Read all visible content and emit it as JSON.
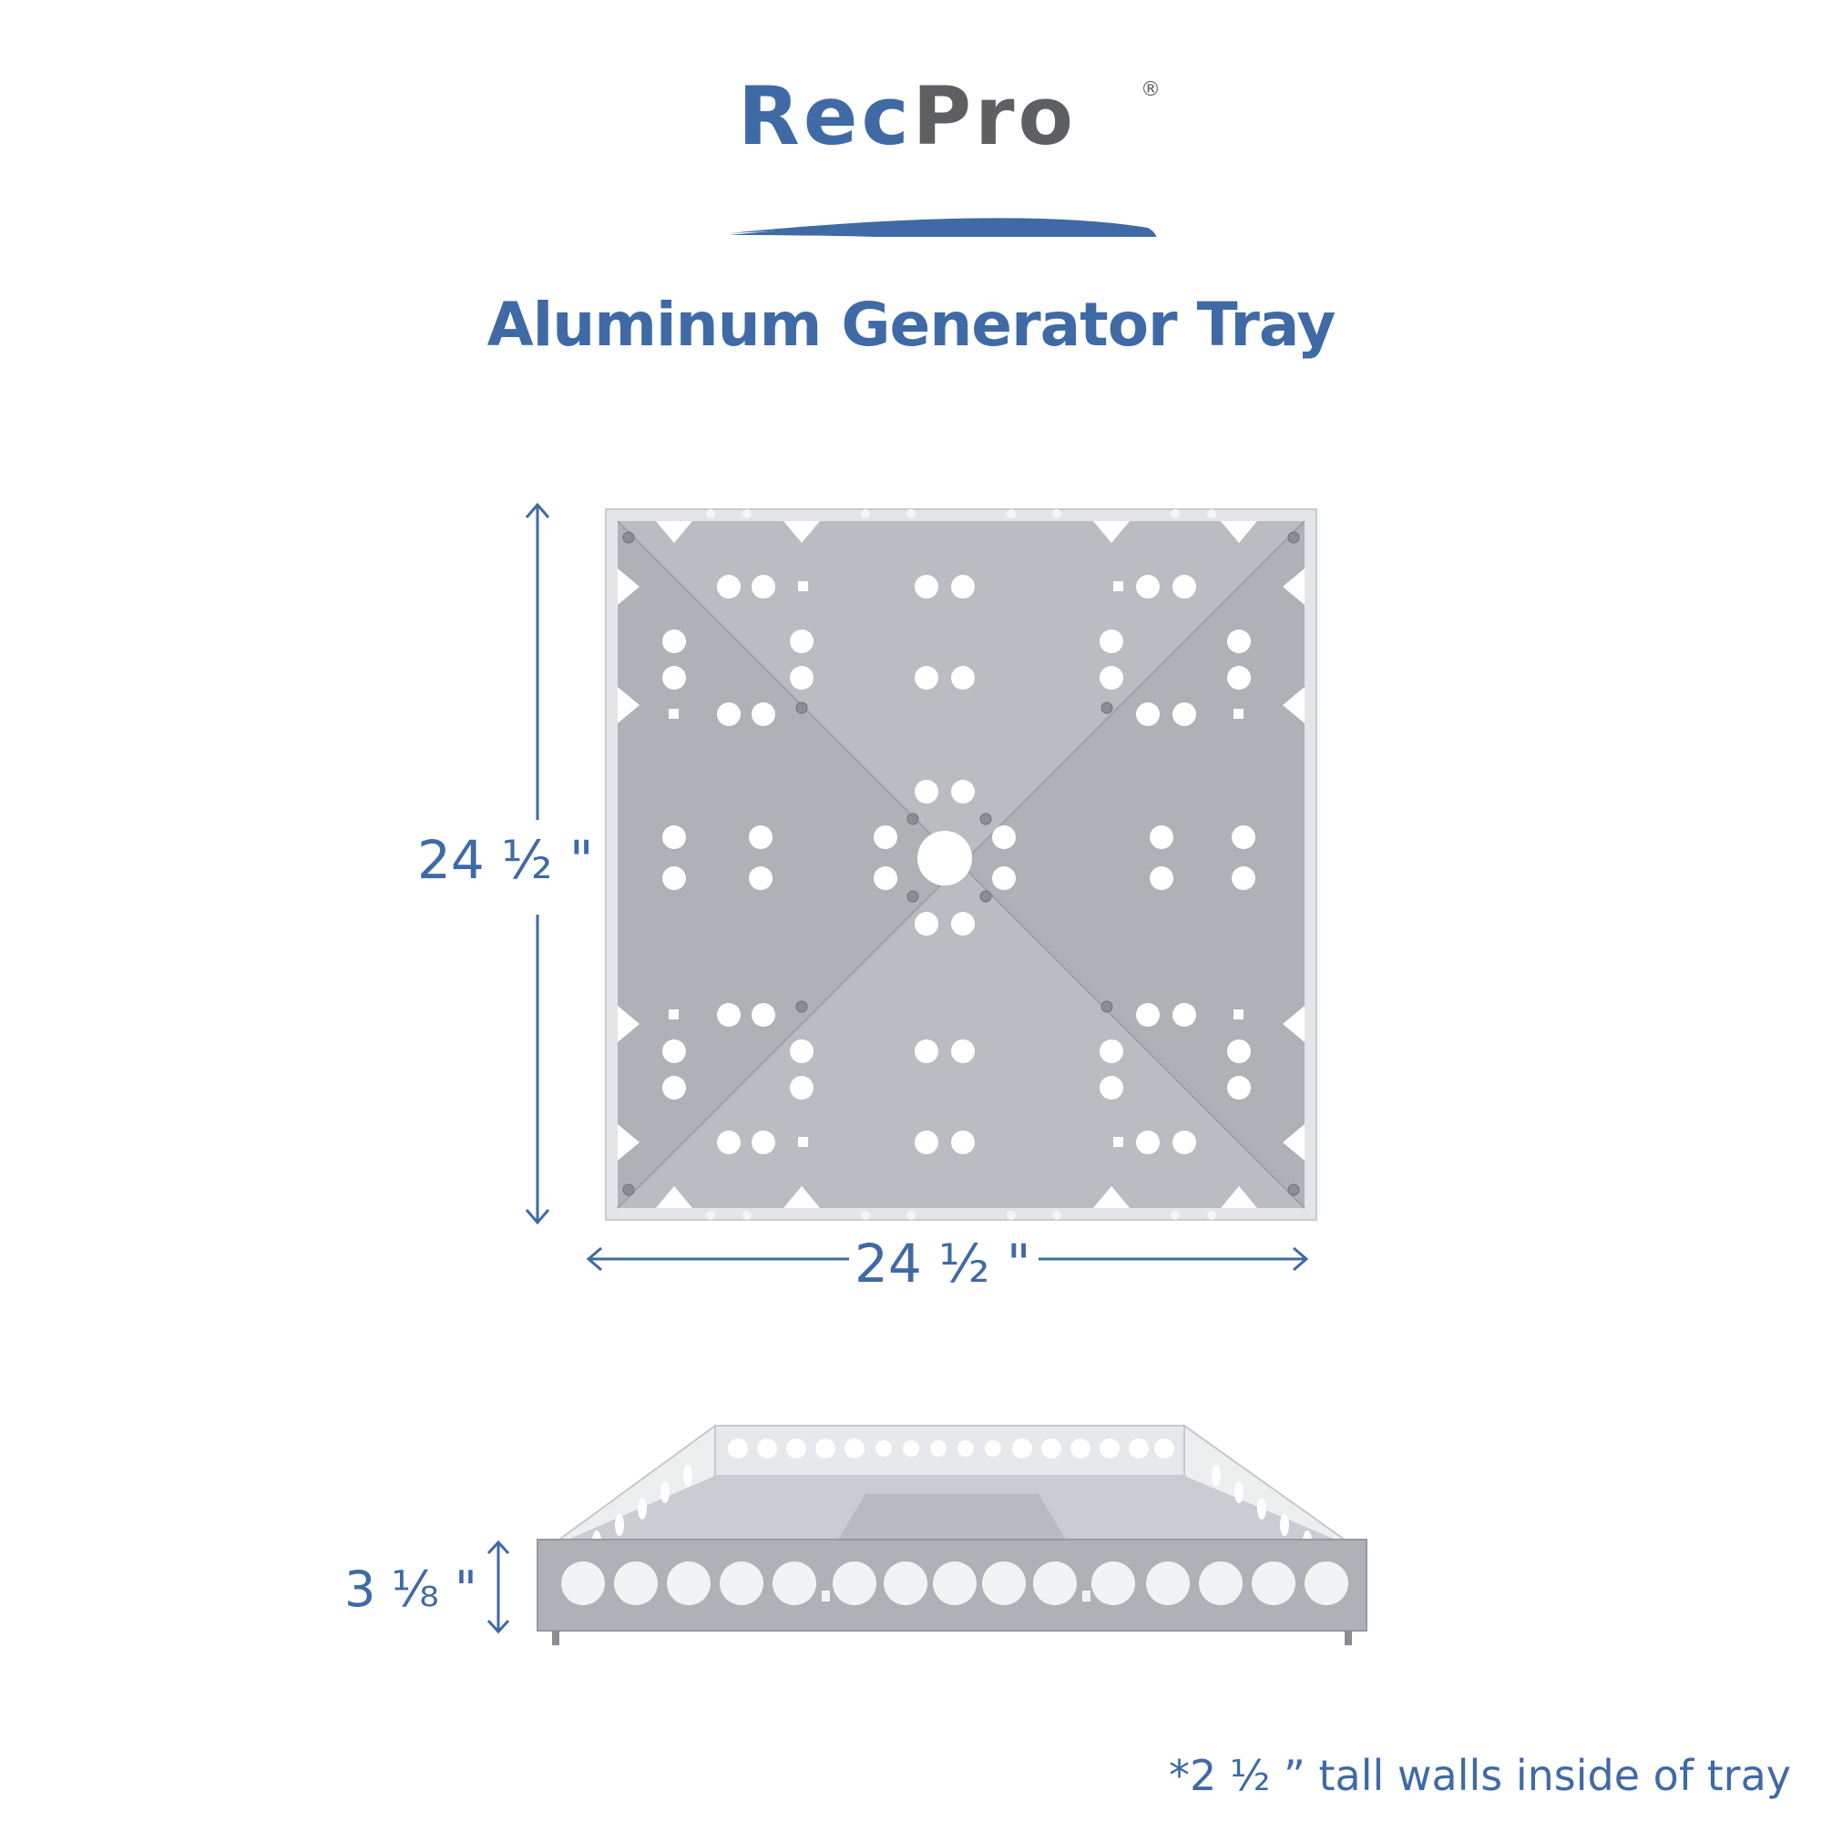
{
  "logo": {
    "prefix": "Rec",
    "suffix": "Pro",
    "registered_mark": "®",
    "colors": {
      "rec": "#3f6aa6",
      "pro": "#5e5f62",
      "swoosh": "#3f6aa6"
    }
  },
  "title": "Aluminum Generator Tray",
  "dimensions": {
    "height_label": "24 ½ \"",
    "width_label": "24 ½  \"",
    "depth_label": "3 ⅛ \""
  },
  "footnote": "*2 ½ ” tall walls inside of tray",
  "colors": {
    "accent": "#3f6aa6",
    "plate": "#b9bdc2",
    "plate_dark": "#a9adb2",
    "frame": "#e3e5e8"
  }
}
